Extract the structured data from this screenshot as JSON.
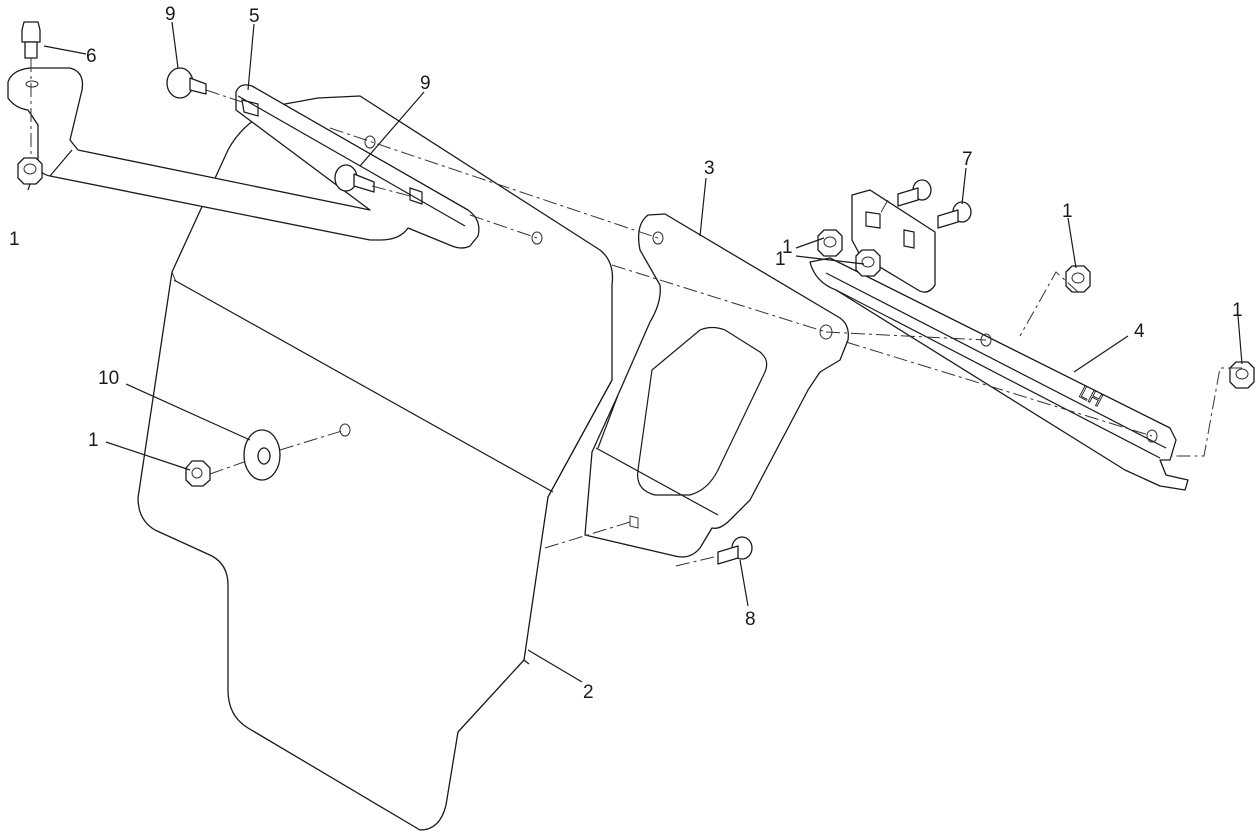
{
  "diagram": {
    "callouts": {
      "c1_a": "1",
      "c1_b": "1",
      "c1_c": "1",
      "c1_d": "1",
      "c1_e": "1",
      "c1_f": "1",
      "c2": "2",
      "c3": "3",
      "c4": "4",
      "c5": "5",
      "c6": "6",
      "c7": "7",
      "c8": "8",
      "c9_a": "9",
      "c9_b": "9",
      "c10": "10"
    },
    "part_stamp": "LH",
    "colors": {
      "line": "#1a1a1a",
      "background": "#ffffff"
    }
  }
}
